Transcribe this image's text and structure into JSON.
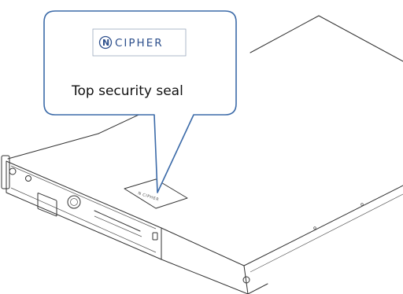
{
  "callout": {
    "logo_mark": "N",
    "logo_text": "CIPHER",
    "caption": "Top security seal"
  },
  "seal_label": {
    "logo_mark": "N",
    "logo_text": "CIPHER"
  },
  "colors": {
    "callout_border": "#3b6aa8",
    "logo_blue": "#2d4f8c",
    "line_art": "#333333"
  },
  "icons": [
    "ncipher-logo",
    "security-seal-sticker"
  ]
}
